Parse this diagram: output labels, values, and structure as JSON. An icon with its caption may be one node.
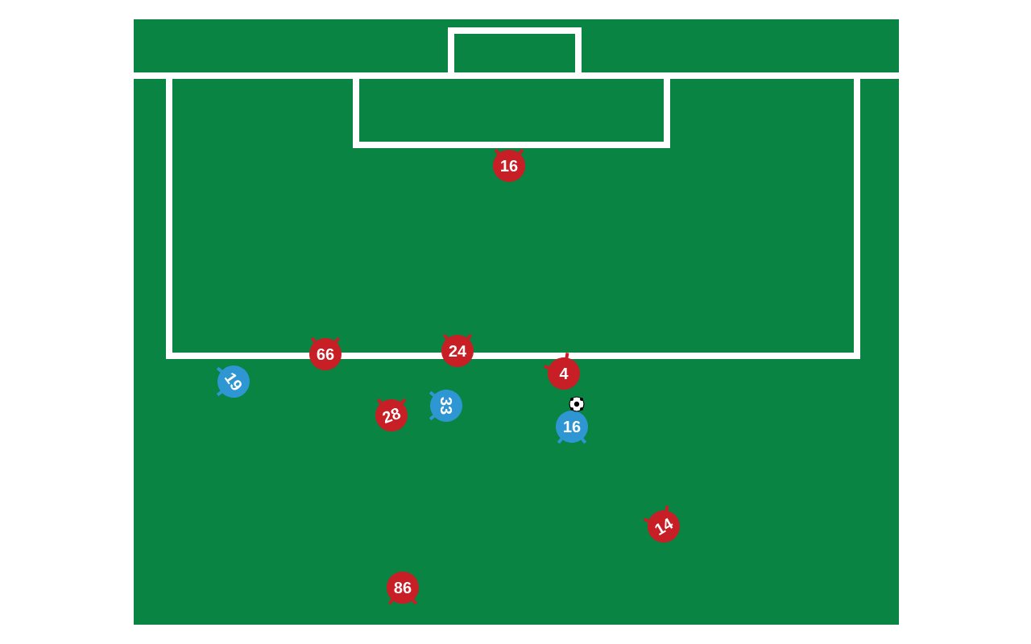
{
  "diagram": {
    "nodes": [
      {
        "text": [
          "16"
        ]
      },
      {
        "text": [
          "24"
        ]
      },
      {
        "text": [
          "66"
        ]
      },
      {
        "text": [
          "4"
        ]
      },
      {
        "text": [
          "19"
        ]
      },
      {
        "text": [
          "33"
        ]
      },
      {
        "text": [
          "28"
        ]
      },
      {
        "text": [
          "16"
        ]
      },
      {
        "text": [
          "14"
        ]
      },
      {
        "text": [
          "86"
        ]
      }
    ]
  }
}
